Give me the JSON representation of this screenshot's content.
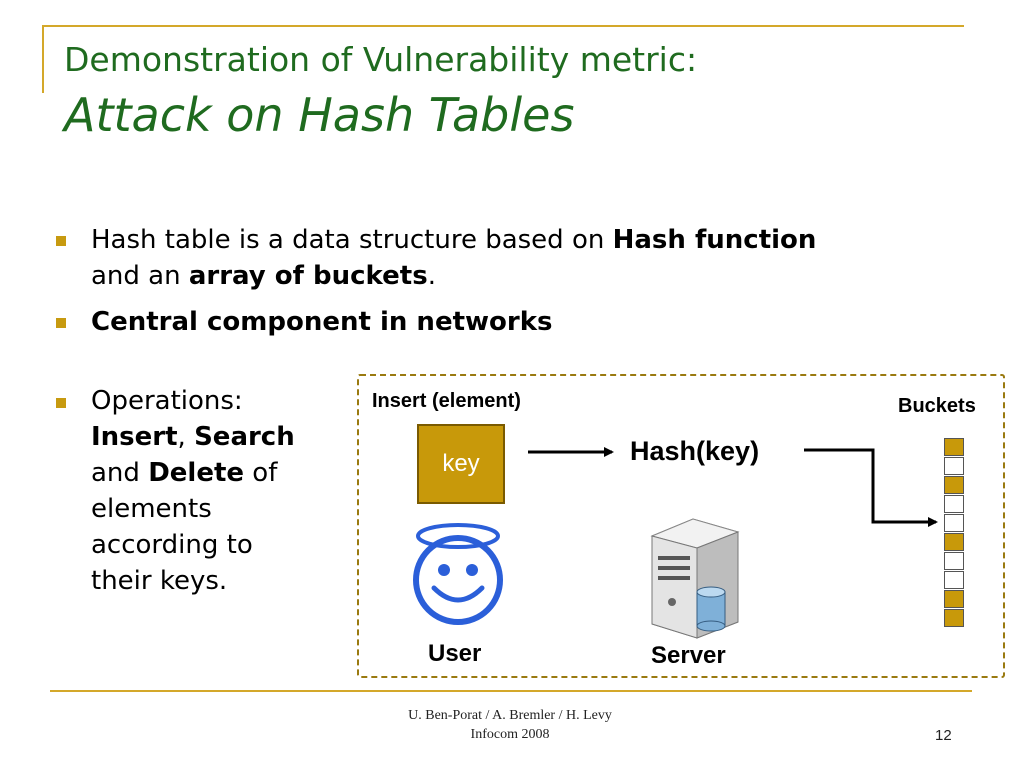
{
  "title": {
    "line1": "Demonstration of Vulnerability metric:",
    "line2": "Attack on Hash Tables"
  },
  "bullets": {
    "b1": {
      "part1": "Hash table is a data structure based on ",
      "bold1": "Hash function",
      "line2_part1": "and an ",
      "bold2": "array of buckets",
      "line2_end": "."
    },
    "b2": {
      "bold": "Central component in networks"
    },
    "b3": {
      "line1": "Operations:",
      "insert": "Insert",
      "comma": ", ",
      "search": "Search",
      "and": "and ",
      "delete": "Delete",
      "of": " of",
      "line4": "elements",
      "line5": "according to",
      "line6": "their keys."
    }
  },
  "diagram": {
    "insert_label": "Insert (element)",
    "key_label": "key",
    "hash_label": "Hash(key)",
    "buckets_label": "Buckets",
    "user_label": "User",
    "server_label": "Server",
    "bucket_pattern": [
      1,
      0,
      1,
      0,
      0,
      1,
      0,
      0,
      1,
      1
    ],
    "colors": {
      "gold": "#c8990a",
      "title_green": "#1f6b1f",
      "user_blue": "#2b5fd9"
    },
    "icons": [
      "smiley-angel-icon",
      "server-icon",
      "arrow-right-icon"
    ]
  },
  "footer": {
    "line1": "U. Ben-Porat / A. Bremler / H. Levy",
    "line2": "Infocom 2008",
    "page": "12"
  }
}
